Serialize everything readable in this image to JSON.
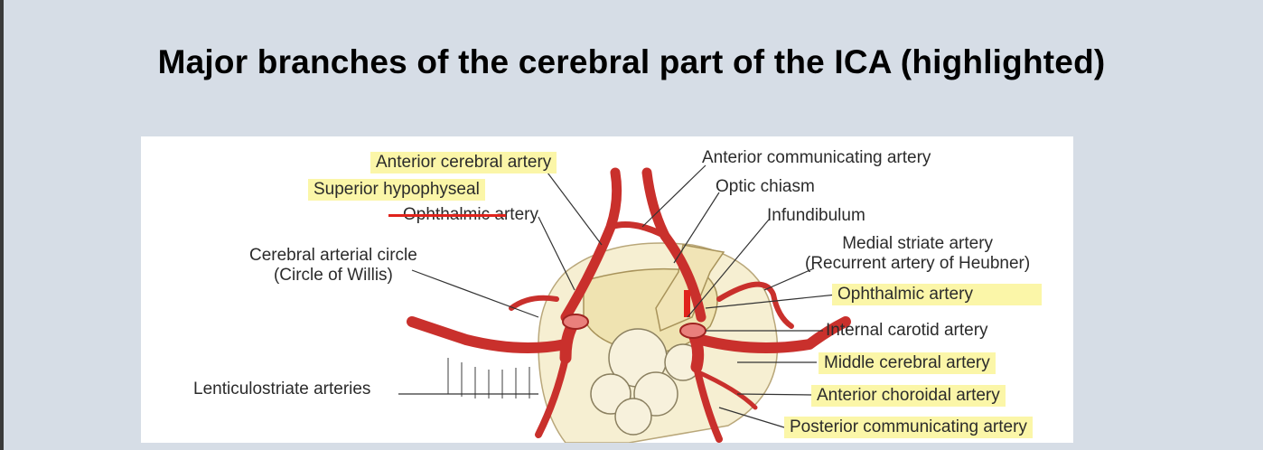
{
  "slide": {
    "title": "Major branches of the cerebral part of the ICA (highlighted)"
  },
  "figure": {
    "labels": {
      "anterior_cerebral": "Anterior cerebral artery",
      "superior_hypophyseal": "Superior hypophyseal",
      "ophthalmic_struck": "Ophthalmic",
      "artery_suffix": "artery",
      "cerebral_circle_line1": "Cerebral arterial circle",
      "cerebral_circle_line2": "(Circle of Willis)",
      "lenticulostriate": "Lenticulostriate arteries",
      "anterior_communicating": "Anterior communicating artery",
      "optic_chiasm": "Optic chiasm",
      "infundibulum": "Infundibulum",
      "medial_striate_line1": "Medial striate artery",
      "medial_striate_line2": "(Recurrent artery of Heubner)",
      "ophthalmic_artery": "Ophthalmic artery",
      "internal_carotid": "Internal carotid artery",
      "middle_cerebral": "Middle cerebral artery",
      "anterior_choroidal": "Anterior choroidal artery",
      "posterior_communicating": "Posterior communicating artery"
    },
    "colors": {
      "highlight": "#fbf6a8",
      "artery": "#c9302c",
      "strike": "#e0231c",
      "tissue": "#f3ebc6"
    }
  }
}
